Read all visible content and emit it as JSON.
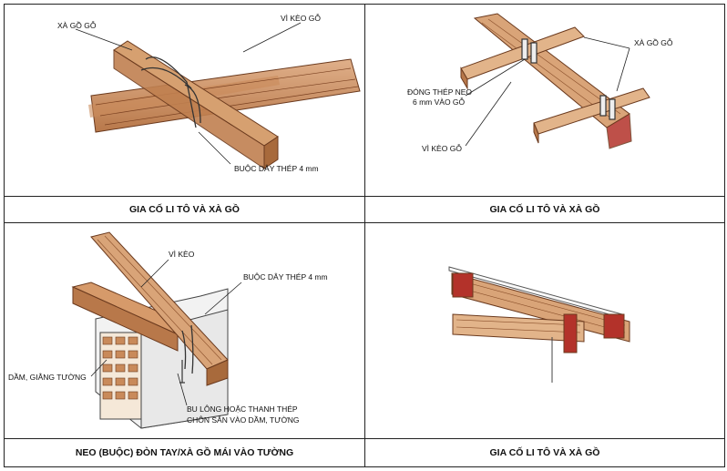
{
  "panels": [
    {
      "caption": "GIA CỐ LI TÔ VÀ XÀ GỒ",
      "labels": {
        "purlin": "XÀ GỒ GỖ",
        "rafter": "VÌ KÈO GỖ",
        "wire": "BUỘC DÂY THÉP 4 mm"
      }
    },
    {
      "caption": "GIA CỐ LI TÔ VÀ XÀ GỒ",
      "labels": {
        "purlin": "XÀ GỒ GỖ",
        "nail_line1": "ĐÓNG THÉP NEO",
        "nail_line2": "6 mm VÀO GỖ",
        "rafter": "VÌ KÈO GỖ"
      }
    },
    {
      "caption": "NEO (BUỘC) ĐÒN TAY/XÀ GỒ MÁI VÀO TƯỜNG",
      "labels": {
        "rafter": "VÌ KÈO",
        "wire": "BUỘC DÂY THÉP 4 mm",
        "beam": "DẦM, GIẰNG TƯỜNG",
        "bolt_line1": "BU LÔNG HOẶC THANH THÉP",
        "bolt_line2": "CHÔN SẴN VÀO DẦM, TƯỜNG"
      }
    },
    {
      "caption": "GIA CỐ LI TÔ VÀ XÀ GỒ",
      "labels": {}
    }
  ],
  "colors": {
    "wood": "#c98a5a",
    "wood_dark": "#8a4f2a",
    "wood_light": "#e2b48a",
    "red": "#b3322a",
    "line": "#222222"
  }
}
